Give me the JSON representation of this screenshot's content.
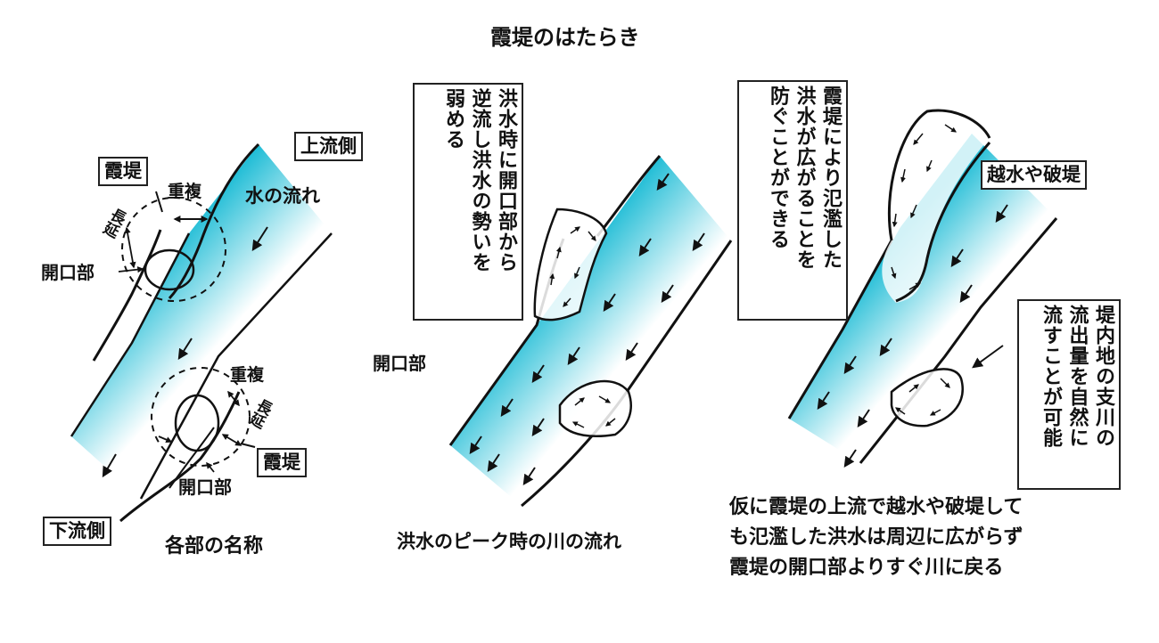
{
  "title": "霞堤のはたらき",
  "panel1": {
    "caption": "各部の名称",
    "upstream": "上流側",
    "downstream": "下流側",
    "water_flow": "水の流れ",
    "levee_top": "霞堤",
    "levee_bottom": "霞堤",
    "overlap_top": "重複",
    "overlap_bottom": "重複",
    "length_top": "長延",
    "length_bottom": "長延",
    "opening_left": "開口部",
    "opening_bottom": "開口部"
  },
  "panel2": {
    "caption": "洪水のピーク時の川の流れ",
    "note": [
      "洪水時に開口部から",
      "逆流し洪水の勢いを",
      "弱める"
    ],
    "opening": "開口部"
  },
  "panel3": {
    "note_top": [
      "霞堤により氾濫した",
      "洪水が広がることを",
      "防ぐことができる"
    ],
    "overflow": "越水や破堤",
    "note_side": [
      "堤内地の支川の",
      "流出量を自然に",
      "流すことが可能"
    ],
    "caption": [
      "仮に霞堤の上流で越水や破堤して",
      "も氾濫した洪水は周辺に広がらず",
      "霞堤の開口部よりすぐ川に戻る"
    ]
  },
  "colors": {
    "river_light": "#ffffff",
    "river_dark": "#21bdd6",
    "ink": "#111111"
  },
  "icons": [
    "flow-arrow-icon",
    "dimension-arrow-icon"
  ]
}
